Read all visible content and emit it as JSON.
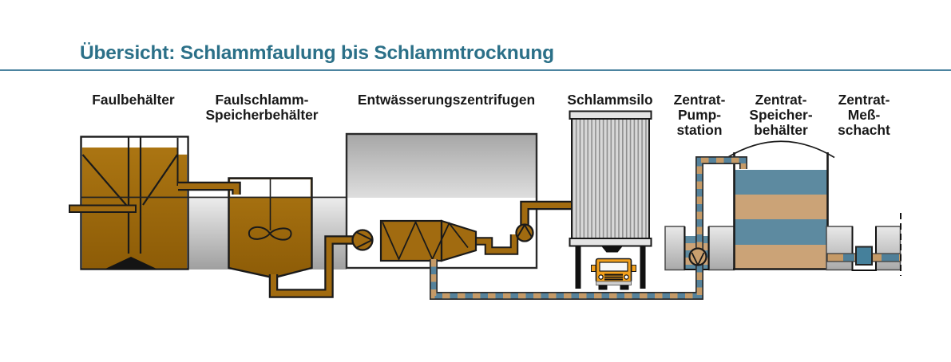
{
  "title": "Übersicht: Schlammfaulung bis Schlammtrocknung",
  "colors": {
    "accent_teal": "#2b7088",
    "rule_teal": "#4c84a0",
    "sludge_brown": "#a16b10",
    "centrate_blue": "#55829b",
    "centrate_tan": "#c59a67",
    "tank_stripe_blue": "#5d8aa0",
    "tank_stripe_tan": "#cba377",
    "silo_gray": "#d8d8d8",
    "truck_orange": "#f2a01c",
    "meter_teal": "#45809b"
  },
  "labels": {
    "faulbehaelter": {
      "lines": [
        "Faulbehälter"
      ]
    },
    "faulschlamm_speicherbehaelter": {
      "lines": [
        "Faulschlamm-",
        "Speicherbehälter"
      ]
    },
    "entwaesserungszentrifugen": {
      "lines": [
        "Entwässerungszentrifugen"
      ]
    },
    "schlammsilo": {
      "lines": [
        "Schlammsilo"
      ]
    },
    "zentrat_pumpstation": {
      "lines": [
        "Zentrat-",
        "Pump-",
        "station"
      ]
    },
    "zentrat_speicherbehaelter": {
      "lines": [
        "Zentrat-",
        "Speicher-",
        "behälter"
      ]
    },
    "zentrat_messschacht": {
      "lines": [
        "Zentrat-",
        "Meß-",
        "schacht"
      ]
    }
  }
}
